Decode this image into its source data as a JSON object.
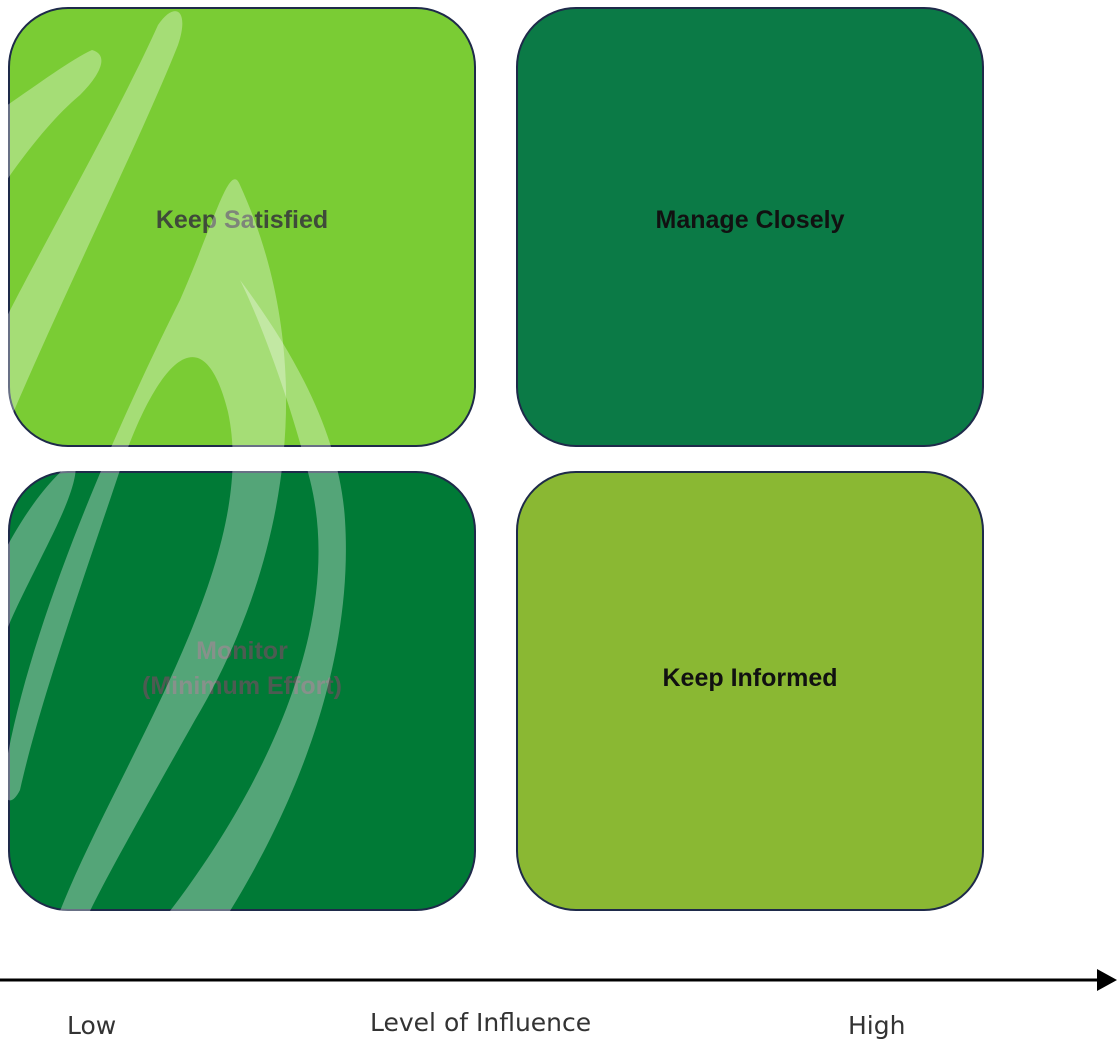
{
  "quadrants": {
    "top_left": {
      "label": "Keep Satisfied",
      "color": "#7acc34"
    },
    "top_right": {
      "label": "Manage Closely",
      "color": "#0b7a46"
    },
    "bottom_left": {
      "label": "Monitor\n(Minimum Effort)",
      "color": "#007a36"
    },
    "bottom_right": {
      "label": "Keep Informed",
      "color": "#8ab833"
    }
  },
  "border_color": "#1e2a4a",
  "axis": {
    "low_label": "Low",
    "title": "Level of Influence",
    "high_label": "High",
    "color": "#000000"
  }
}
